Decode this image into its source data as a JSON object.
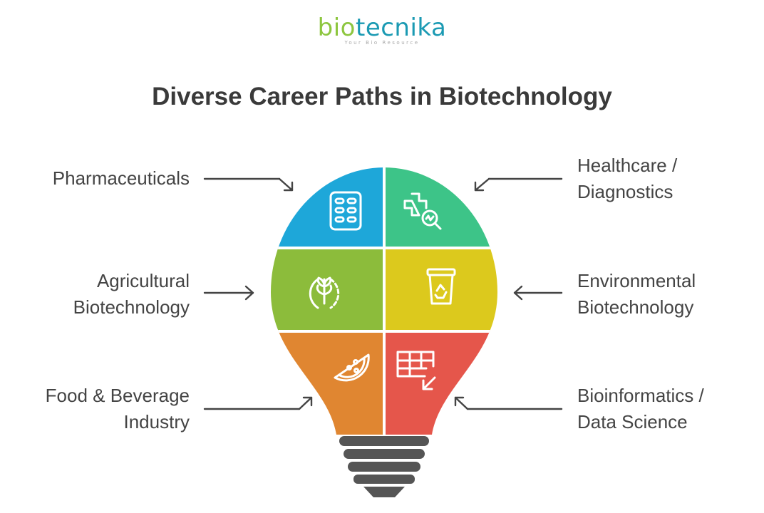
{
  "logo": {
    "text_bio": "bio",
    "text_rest": "tecnika",
    "tagline": "Your Bio Resource"
  },
  "title": "Diverse Career Paths in Biotechnology",
  "colors": {
    "pharmaceuticals": "#1ea7d9",
    "healthcare": "#3dc488",
    "agricultural": "#8cbc3b",
    "environmental": "#dcc91d",
    "food": "#e08631",
    "bioinformatics": "#e5564b",
    "base": "#555555",
    "arrow": "#444444",
    "text": "#444444"
  },
  "segments": [
    {
      "id": "pharmaceuticals",
      "label": "Pharmaceuticals",
      "icon": "pill-blister-icon"
    },
    {
      "id": "healthcare",
      "label": "Healthcare /\nDiagnostics",
      "icon": "medical-cross-search-icon"
    },
    {
      "id": "agricultural",
      "label": "Agricultural\nBiotechnology",
      "icon": "wheat-icon"
    },
    {
      "id": "environmental",
      "label": "Environmental\nBiotechnology",
      "icon": "recycle-bin-icon"
    },
    {
      "id": "food",
      "label": "Food & Beverage\nIndustry",
      "icon": "fruit-slice-icon"
    },
    {
      "id": "bioinformatics",
      "label": "Bioinformatics /\nData Science",
      "icon": "data-table-chart-icon"
    }
  ]
}
